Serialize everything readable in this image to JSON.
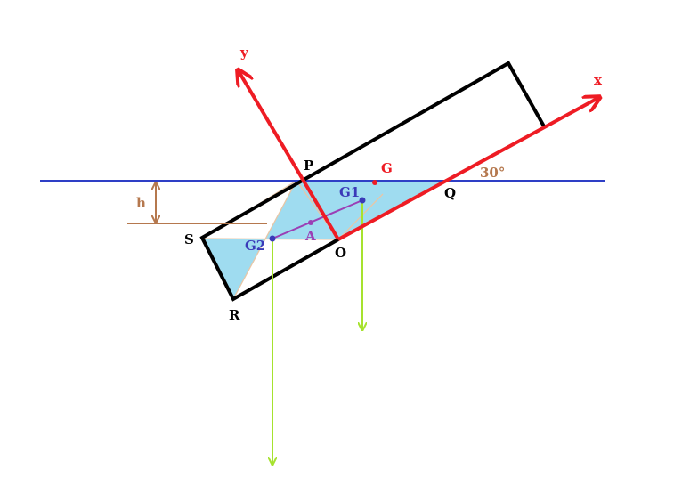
{
  "labels": {
    "x_axis": "x",
    "y_axis": "y",
    "P": "P",
    "G": "G",
    "angle": "30°",
    "Q": "Q",
    "h": "h",
    "G1": "G1",
    "S": "S",
    "A": "A",
    "G2": "G2",
    "O": "O",
    "R": "R"
  },
  "colors": {
    "background": "#ffffff",
    "waterline": "#2e3fc6",
    "axes": "#ee1c24",
    "submerged_fill": "#9fdcf0",
    "hull_outline": "#000000",
    "h_marker": "#b5784e",
    "centroid": "#3a3ab8",
    "centroid_link": "#9b3fb5",
    "weight_arrow": "#a6e22e",
    "diagonal": "#e8c6a6",
    "label_black": "#000000",
    "label_red": "#ee1c24",
    "label_blue": "#3a3ab8",
    "label_purple": "#9b3fb5",
    "label_brown": "#b5784e"
  }
}
